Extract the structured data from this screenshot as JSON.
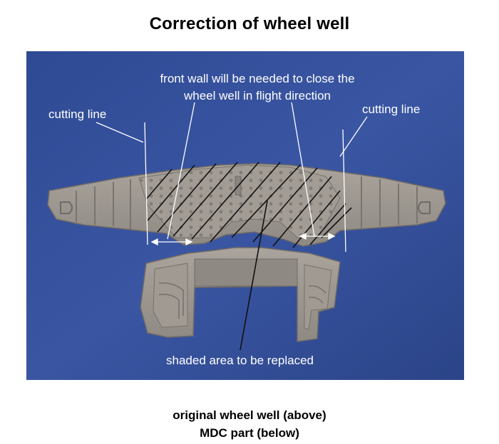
{
  "title": "Correction of  wheel well",
  "annotations": {
    "cutting_line_left": "cutting line",
    "cutting_line_right": "cutting line",
    "front_wall_line1": "front wall will be needed to close the",
    "front_wall_line2": "wheel well in flight direction",
    "shaded_area": "shaded area to be replaced"
  },
  "captions": {
    "line1": "original wheel well (above)",
    "line2": "MDC part (below)"
  },
  "colors": {
    "background_photo": "#344f9a",
    "part_grey": "#9b958f",
    "part_shadow": "#6f6a66",
    "annotation_text": "#ffffff",
    "hatch": "#111111"
  }
}
